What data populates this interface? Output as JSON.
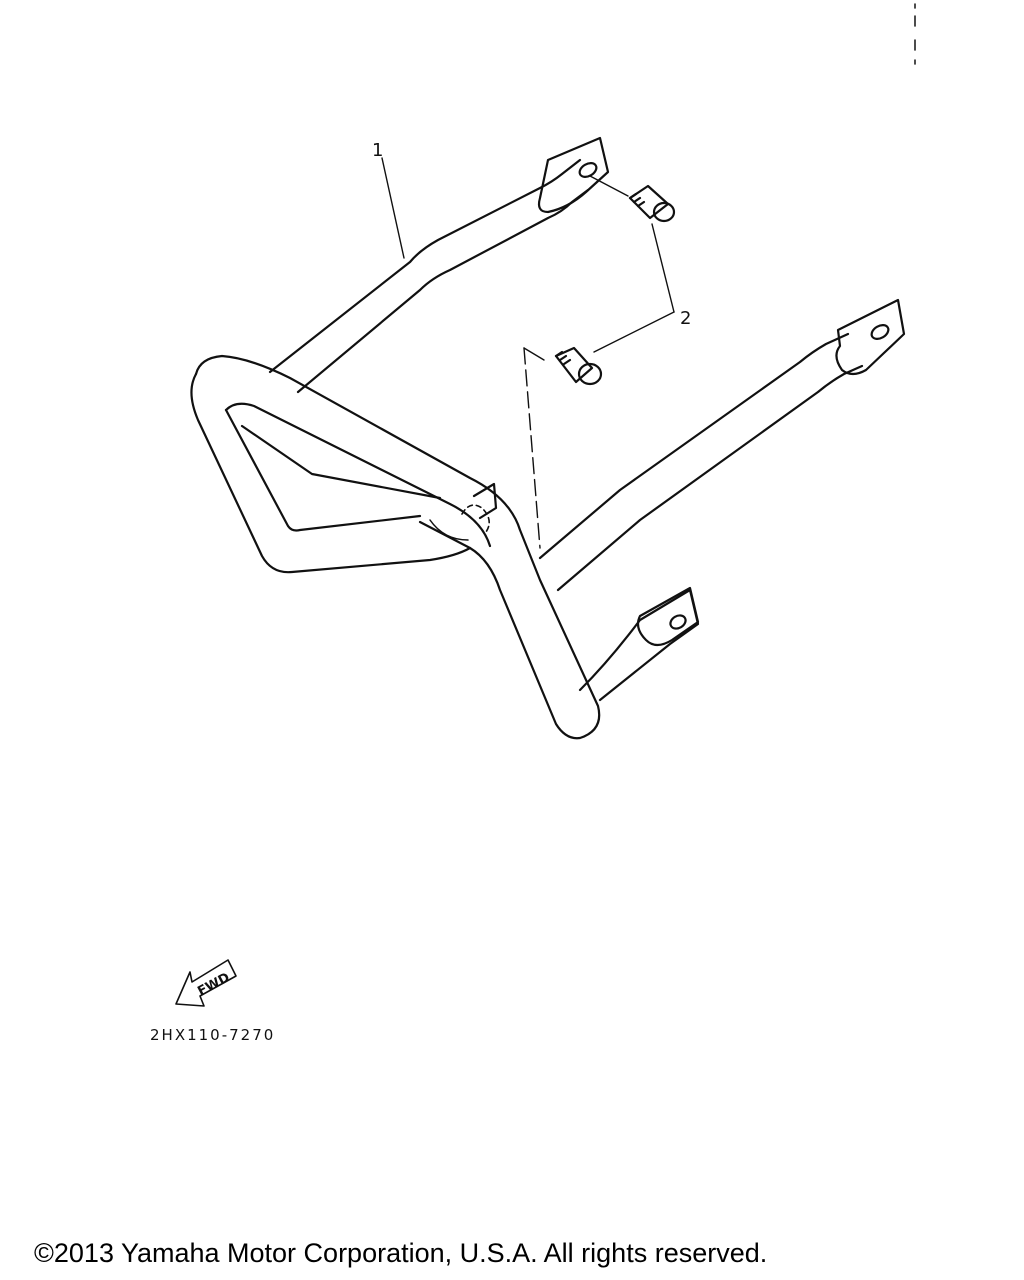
{
  "diagram": {
    "callouts": [
      {
        "id": "1"
      },
      {
        "id": "2"
      }
    ],
    "fwd_label": "FWD",
    "part_code": "2HX110-7270"
  },
  "footer": {
    "copyright": "©2013 Yamaha Motor Corporation, U.S.A. All rights reserved."
  }
}
